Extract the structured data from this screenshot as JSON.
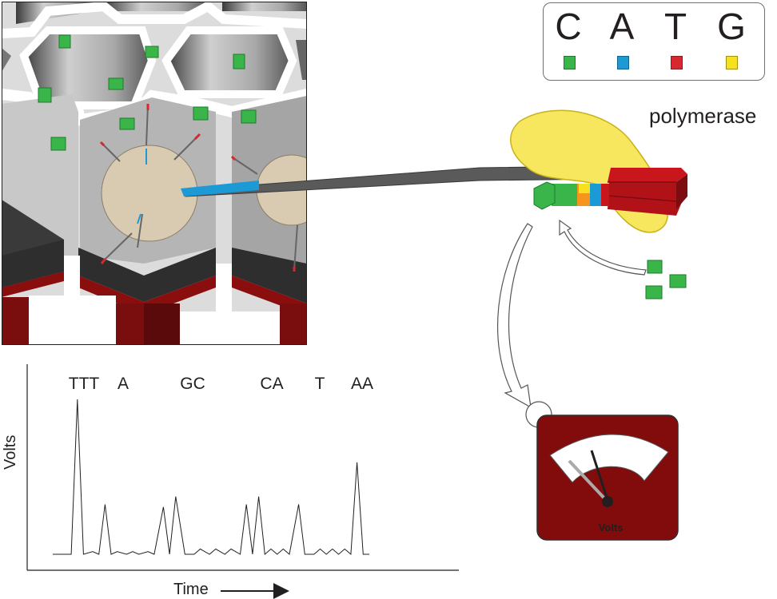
{
  "legend": {
    "items": [
      {
        "letter": "C",
        "color": "#39b54a"
      },
      {
        "letter": "A",
        "color": "#1c9ad6"
      },
      {
        "letter": "T",
        "color": "#d7282f"
      },
      {
        "letter": "G",
        "color": "#f7e11e"
      }
    ]
  },
  "polymerase_label": "polymerase",
  "meter": {
    "label": "Volts"
  },
  "chart_data": {
    "type": "line",
    "xlabel": "Time",
    "ylabel": "Volts",
    "base_labels": [
      "TTT",
      "A",
      "GC",
      "CA",
      "T",
      "AA"
    ],
    "x": [
      0,
      6,
      8,
      10,
      13,
      15,
      17,
      19,
      21,
      24,
      26,
      28,
      31,
      33,
      36,
      38,
      40,
      43,
      46,
      48,
      51,
      53,
      56,
      58,
      61,
      63,
      65,
      67,
      69,
      71,
      73,
      75,
      77,
      80,
      82,
      85,
      87,
      89,
      91,
      93,
      95,
      97,
      99,
      101,
      103
    ],
    "y": [
      3,
      3,
      62,
      3,
      4,
      3,
      22,
      3,
      4,
      3,
      4,
      3,
      4,
      3,
      21,
      3,
      25,
      3,
      3,
      5,
      3,
      5,
      3,
      5,
      3,
      22,
      3,
      25,
      3,
      5,
      3,
      5,
      3,
      22,
      3,
      3,
      5,
      3,
      5,
      3,
      5,
      3,
      38,
      3,
      3
    ]
  }
}
